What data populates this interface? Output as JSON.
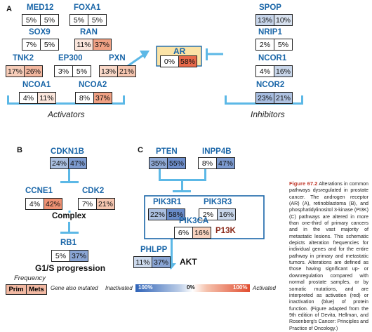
{
  "panels": {
    "a": "A",
    "b": "B",
    "c": "C"
  },
  "genes": [
    {
      "name": "MED12",
      "prim": "5%",
      "mets": "5%",
      "prim_color": "#ffffff",
      "mets_color": "#ffffff"
    },
    {
      "name": "FOXA1",
      "prim": "5%",
      "mets": "5%",
      "prim_color": "#ffffff",
      "mets_color": "#ffffff"
    },
    {
      "name": "SOX9",
      "prim": "7%",
      "mets": "5%",
      "prim_color": "#ffffff",
      "mets_color": "#ffffff"
    },
    {
      "name": "RAN",
      "prim": "11%",
      "mets": "37%",
      "prim_color": "#fbe6dc",
      "mets_color": "#f0a184"
    },
    {
      "name": "TNK2",
      "prim": "17%",
      "mets": "26%",
      "prim_color": "#f7cdb9",
      "mets_color": "#f3b79f"
    },
    {
      "name": "EP300",
      "prim": "3%",
      "mets": "5%",
      "prim_color": "#ffffff",
      "mets_color": "#ffffff"
    },
    {
      "name": "PXN",
      "prim": "13%",
      "mets": "21%",
      "prim_color": "#fad9c9",
      "mets_color": "#f6c6b0"
    },
    {
      "name": "NCOA1",
      "prim": "4%",
      "mets": "11%",
      "prim_color": "#ffffff",
      "mets_color": "#fbe6dc"
    },
    {
      "name": "NCOA2",
      "prim": "8%",
      "mets": "37%",
      "prim_color": "#ffffff",
      "mets_color": "#f0a184"
    },
    {
      "name": "AR",
      "prim": "0%",
      "mets": "58%",
      "prim_color": "#ffffff",
      "mets_color": "#e8694a"
    },
    {
      "name": "SPOP",
      "prim": "13%",
      "mets": "10%",
      "prim_color": "#c7d5ea",
      "mets_color": "#d8e2f0"
    },
    {
      "name": "NRIP1",
      "prim": "2%",
      "mets": "5%",
      "prim_color": "#ffffff",
      "mets_color": "#ffffff"
    },
    {
      "name": "NCOR1",
      "prim": "4%",
      "mets": "16%",
      "prim_color": "#ffffff",
      "mets_color": "#c9d7eb"
    },
    {
      "name": "NCOR2",
      "prim": "23%",
      "mets": "21%",
      "prim_color": "#a7bde0",
      "mets_color": "#b0c3e2"
    },
    {
      "name": "CDKN1B",
      "prim": "24%",
      "mets": "47%",
      "prim_color": "#a9bfe0",
      "mets_color": "#7d9bd0"
    },
    {
      "name": "CCNE1",
      "prim": "4%",
      "mets": "42%",
      "prim_color": "#ffffff",
      "mets_color": "#ee9173"
    },
    {
      "name": "CDK2",
      "prim": "7%",
      "mets": "21%",
      "prim_color": "#ffffff",
      "mets_color": "#f6c6b0"
    },
    {
      "name": "RB1",
      "prim": "5%",
      "mets": "37%",
      "prim_color": "#ffffff",
      "mets_color": "#8aa5d4"
    },
    {
      "name": "PTEN",
      "prim": "35%",
      "mets": "55%",
      "prim_color": "#90aad6",
      "mets_color": "#6f8fcc"
    },
    {
      "name": "INPP4B",
      "prim": "8%",
      "mets": "47%",
      "prim_color": "#ffffff",
      "mets_color": "#7d9bd0"
    },
    {
      "name": "PIK3R1",
      "prim": "22%",
      "mets": "58%",
      "prim_color": "#acc0e1",
      "mets_color": "#6a8cca"
    },
    {
      "name": "PIK3R3",
      "prim": "2%",
      "mets": "16%",
      "prim_color": "#ffffff",
      "mets_color": "#c9d7eb"
    },
    {
      "name": "PIK3CA",
      "prim": "6%",
      "mets": "16%",
      "prim_color": "#ffffff",
      "mets_color": "#f8d3c0"
    },
    {
      "name": "PHLPP",
      "prim": "11%",
      "mets": "37%",
      "prim_color": "#ccd9ec",
      "mets_color": "#8aa5d4"
    }
  ],
  "labels": {
    "activators": "Activators",
    "inhibitors": "Inhibitors",
    "complex": "Complex",
    "g1s": "G1/S progression",
    "p13k": "P13K",
    "akt": "AKT"
  },
  "legend": {
    "frequency": "Frequency",
    "prim": "Prim",
    "mets": "Mets",
    "gene_also_mutated": "Gene also mutated",
    "inactivated": "Inactivated",
    "left_pct": "100%",
    "mid_pct": "0%",
    "right_pct": "100%",
    "activated": "Activated"
  },
  "caption": {
    "figure_label": "Figure 67.2",
    "text": "Alterations in common pathways dysregulated in prostate cancer. The androgen receptor (AR) (A), retinoblastoma (B), and phosphatidylinositol 3-kinase (PI3K) (C) pathways are altered in more than one-third of primary cancers and in the vast majority of metastatic lesions. This schematic depicts alteration frequencies for individual genes and for the entire pathway in primary and metastatic tumors. Alterations are defined as those having significant up- or downregulation compared with normal prostate samples, or by somatic mutations, and are interpreted as activation (red) or inactivation (blue) of protein function. (Figure adapted from the 9th edition of Devita, Hellman, and Rosenberg's Cancer: Principles and Practice of Oncology.)"
  },
  "colors": {
    "gene_text": "#1a66a8",
    "connector": "#5cb8e6",
    "ar_box": "#fbe3a6",
    "activated": "#e8694a",
    "inactivated": "#3a6fc4",
    "caption_label": "#c0392b"
  }
}
